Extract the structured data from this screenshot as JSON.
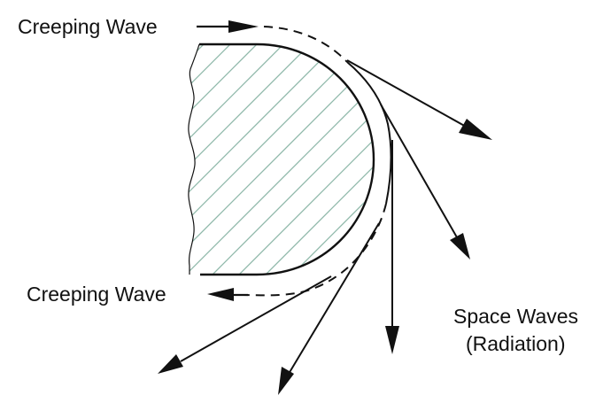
{
  "labels": {
    "creeping_top": "Creeping Wave",
    "creeping_bottom": "Creeping Wave",
    "space_line1": "Space Waves",
    "space_line2": "(Radiation)"
  },
  "colors": {
    "ink": "#111111",
    "hatch": "#8fb8aa",
    "background": "#ffffff"
  }
}
